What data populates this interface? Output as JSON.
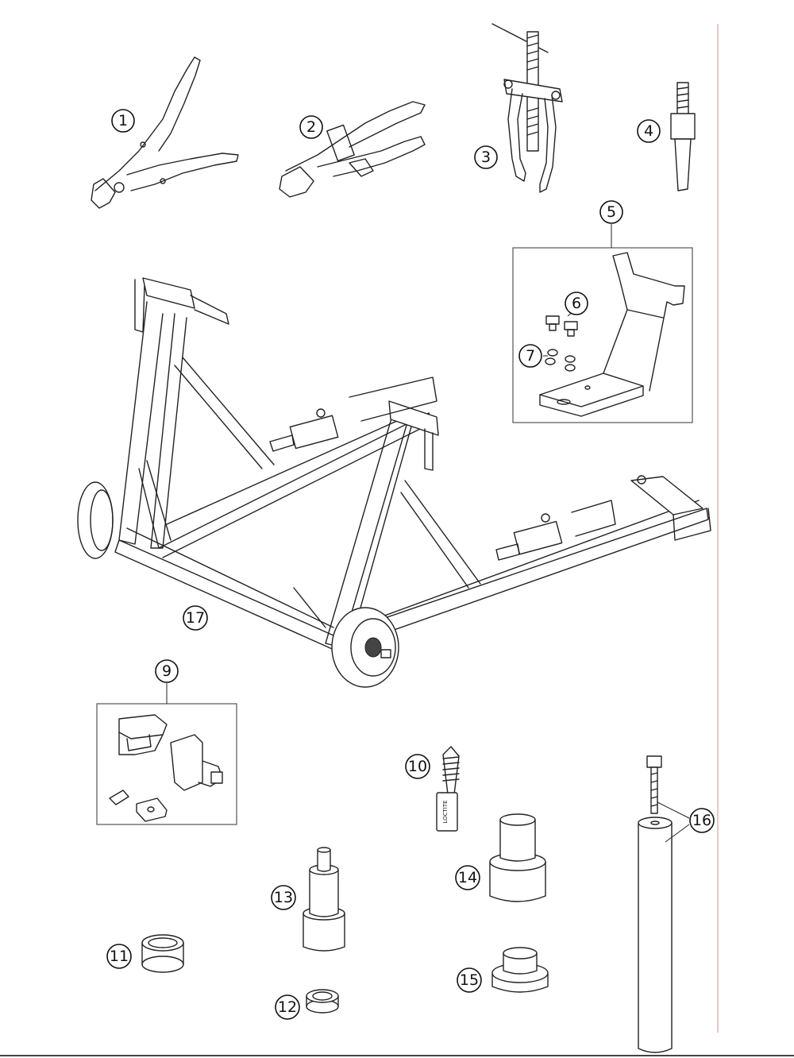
{
  "callouts": [
    {
      "id": "1",
      "label": "1"
    },
    {
      "id": "2",
      "label": "2"
    },
    {
      "id": "3",
      "label": "3"
    },
    {
      "id": "4",
      "label": "4"
    },
    {
      "id": "5",
      "label": "5"
    },
    {
      "id": "6",
      "label": "6"
    },
    {
      "id": "7",
      "label": "7"
    },
    {
      "id": "9",
      "label": "9"
    },
    {
      "id": "10",
      "label": "10"
    },
    {
      "id": "11",
      "label": "11"
    },
    {
      "id": "12",
      "label": "12"
    },
    {
      "id": "13",
      "label": "13"
    },
    {
      "id": "14",
      "label": "14"
    },
    {
      "id": "15",
      "label": "15"
    },
    {
      "id": "16",
      "label": "16"
    },
    {
      "id": "17",
      "label": "17"
    }
  ],
  "tube_label": "LOCTITE",
  "colors": {
    "line": "#222222",
    "margin_rule": "#e3a0a0",
    "background": "#ffffff"
  }
}
